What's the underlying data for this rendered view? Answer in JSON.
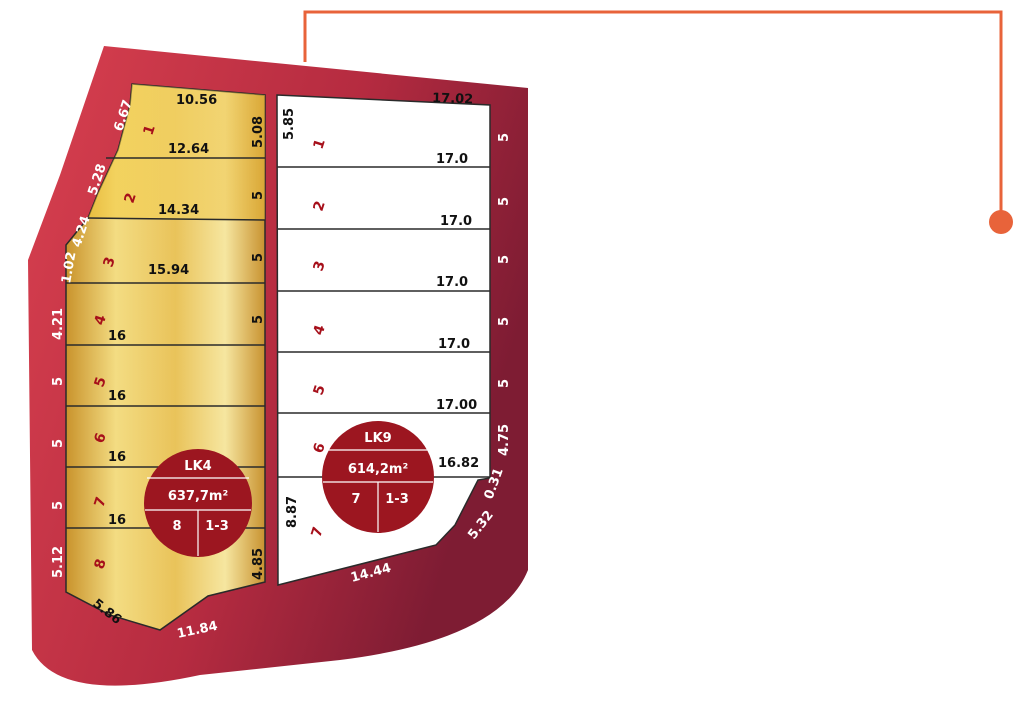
{
  "colors": {
    "border": "#c8374a",
    "border_dark": "#8e1f36",
    "lot_gold": "#e8c24a",
    "lot_line": "#222222",
    "lot_number": "#a60f1a",
    "badge_fill": "#9c1620",
    "leader": "#e8633a"
  },
  "blocks": [
    {
      "id": "LK4",
      "name": "LK4",
      "area": "637,7m²",
      "lot_count": "8",
      "floors": "1-3",
      "lots": [
        {
          "number": "1",
          "depth": "12.64"
        },
        {
          "number": "2",
          "depth": "14.34"
        },
        {
          "number": "3",
          "depth": "15.94"
        },
        {
          "number": "4",
          "depth": "16"
        },
        {
          "number": "5",
          "depth": "16"
        },
        {
          "number": "6",
          "depth": "16"
        },
        {
          "number": "7",
          "depth": "16"
        },
        {
          "number": "8",
          "depth": ""
        }
      ],
      "frontages": [
        "5.08",
        "5",
        "5",
        "5",
        "4.85"
      ],
      "outer_dims": {
        "top": "10.56",
        "d1": "6.67",
        "d2": "5.28",
        "d3": "4.24",
        "d4": "1.02",
        "d5": "4.21",
        "l1": "5",
        "l2": "5",
        "l3": "5",
        "l4": "5.12",
        "bl": "5.86",
        "bottom": "11.84"
      }
    },
    {
      "id": "LK9",
      "name": "LK9",
      "area": "614,2m²",
      "lot_count": "7",
      "floors": "1-3",
      "lots": [
        {
          "number": "1",
          "depth": "17.0"
        },
        {
          "number": "2",
          "depth": "17.0"
        },
        {
          "number": "3",
          "depth": "17.0"
        },
        {
          "number": "4",
          "depth": "17.0"
        },
        {
          "number": "5",
          "depth": "17.00"
        },
        {
          "number": "6",
          "depth": "16.82"
        },
        {
          "number": "7",
          "depth": ""
        }
      ],
      "outer_dims": {
        "top": "17.02",
        "left_top": "5.85",
        "left_bottom": "8.87",
        "r1": "5",
        "r2": "5",
        "r3": "5",
        "r4": "5",
        "r5": "5",
        "r6": "4.75",
        "corner1": "0.31",
        "corner2": "5.32",
        "bottom": "14.44"
      }
    }
  ]
}
